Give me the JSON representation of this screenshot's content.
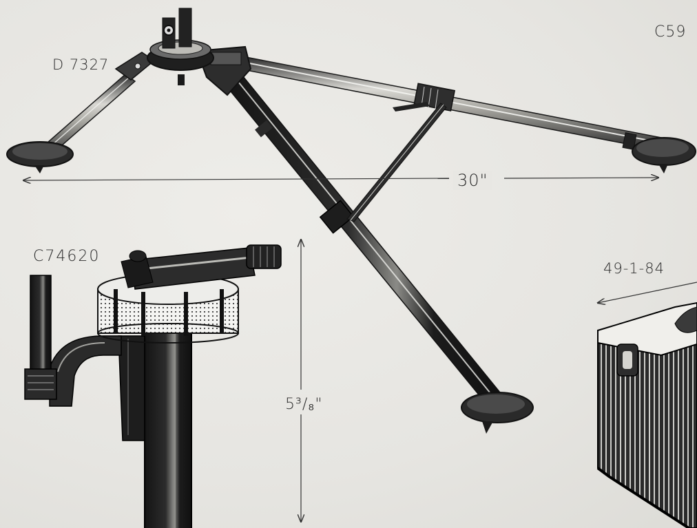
{
  "part_numbers": {
    "tripod_head": "D 7327",
    "leg": "C59",
    "sight_unit": "C74620",
    "ammo_box": "49-1-84"
  },
  "dimensions": {
    "tripod_span": "30\"",
    "sight_height": "5³/₈\""
  },
  "colors": {
    "paper": "#e9e8e4",
    "ink": "#1d1d1d"
  }
}
